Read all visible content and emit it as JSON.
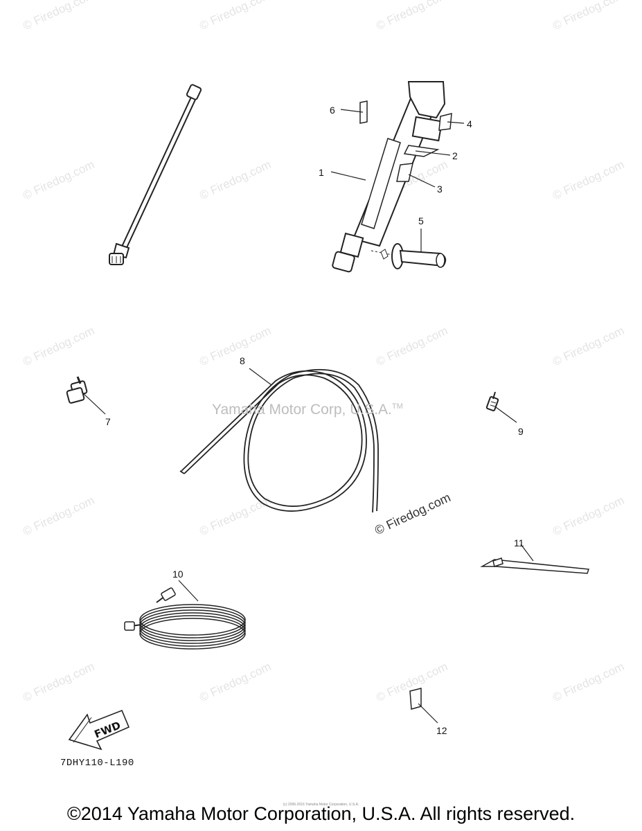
{
  "watermark": {
    "text": "© Firedog.com",
    "main_text": "© Firedog.com",
    "center_text": "Yamaha Motor Corp, U.S.A.",
    "center_tm": "TM"
  },
  "callouts": [
    {
      "id": "1",
      "label": "1"
    },
    {
      "id": "2",
      "label": "2"
    },
    {
      "id": "3",
      "label": "3"
    },
    {
      "id": "4",
      "label": "4"
    },
    {
      "id": "5",
      "label": "5"
    },
    {
      "id": "6",
      "label": "6"
    },
    {
      "id": "7",
      "label": "7"
    },
    {
      "id": "8",
      "label": "8"
    },
    {
      "id": "9",
      "label": "9"
    },
    {
      "id": "10",
      "label": "10"
    },
    {
      "id": "11",
      "label": "11"
    },
    {
      "id": "12",
      "label": "12"
    }
  ],
  "fwd_label": "FWD",
  "diagram_code": "7DHY110-L190",
  "tiny_copyright": "(c) 2006-2016 Yamaha Motor Corporation, U.S.A.",
  "footer": "©2014 Yamaha Motor Corporation, U.S.A. All rights reserved."
}
